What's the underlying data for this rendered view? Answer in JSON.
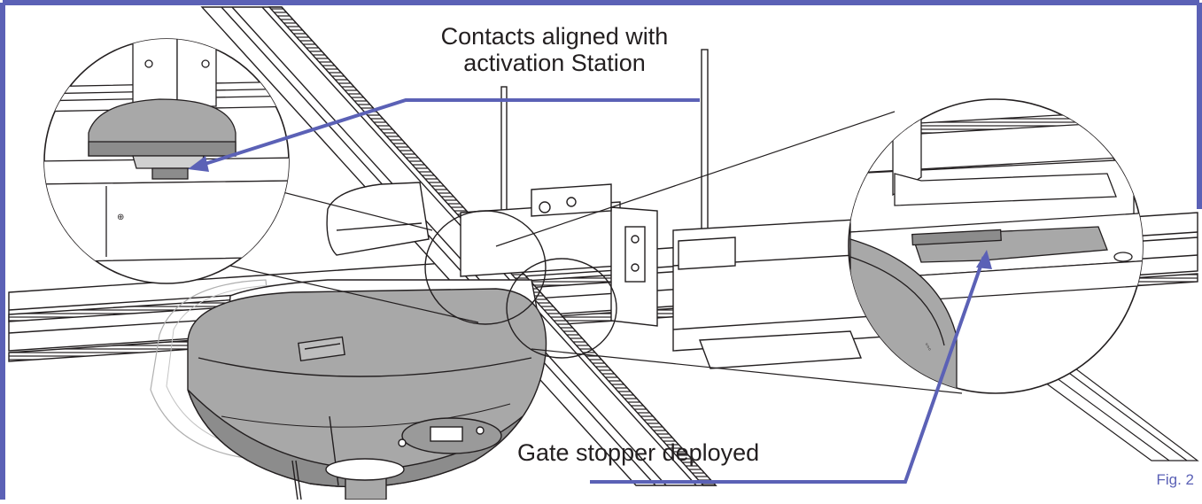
{
  "colors": {
    "border": "#5b61b6",
    "callout_line": "#5b61b6",
    "drawing_line": "#231f20",
    "housing_fill": "#a8a8a8",
    "housing_shadow": "#8c8c8c",
    "detail_fill": "#ffffff"
  },
  "callouts": {
    "contacts": {
      "line1": "Contacts aligned with",
      "line2": "activation Station"
    },
    "gate_stopper": "Gate stopper deployed"
  },
  "figure_label": "Fig. 2"
}
